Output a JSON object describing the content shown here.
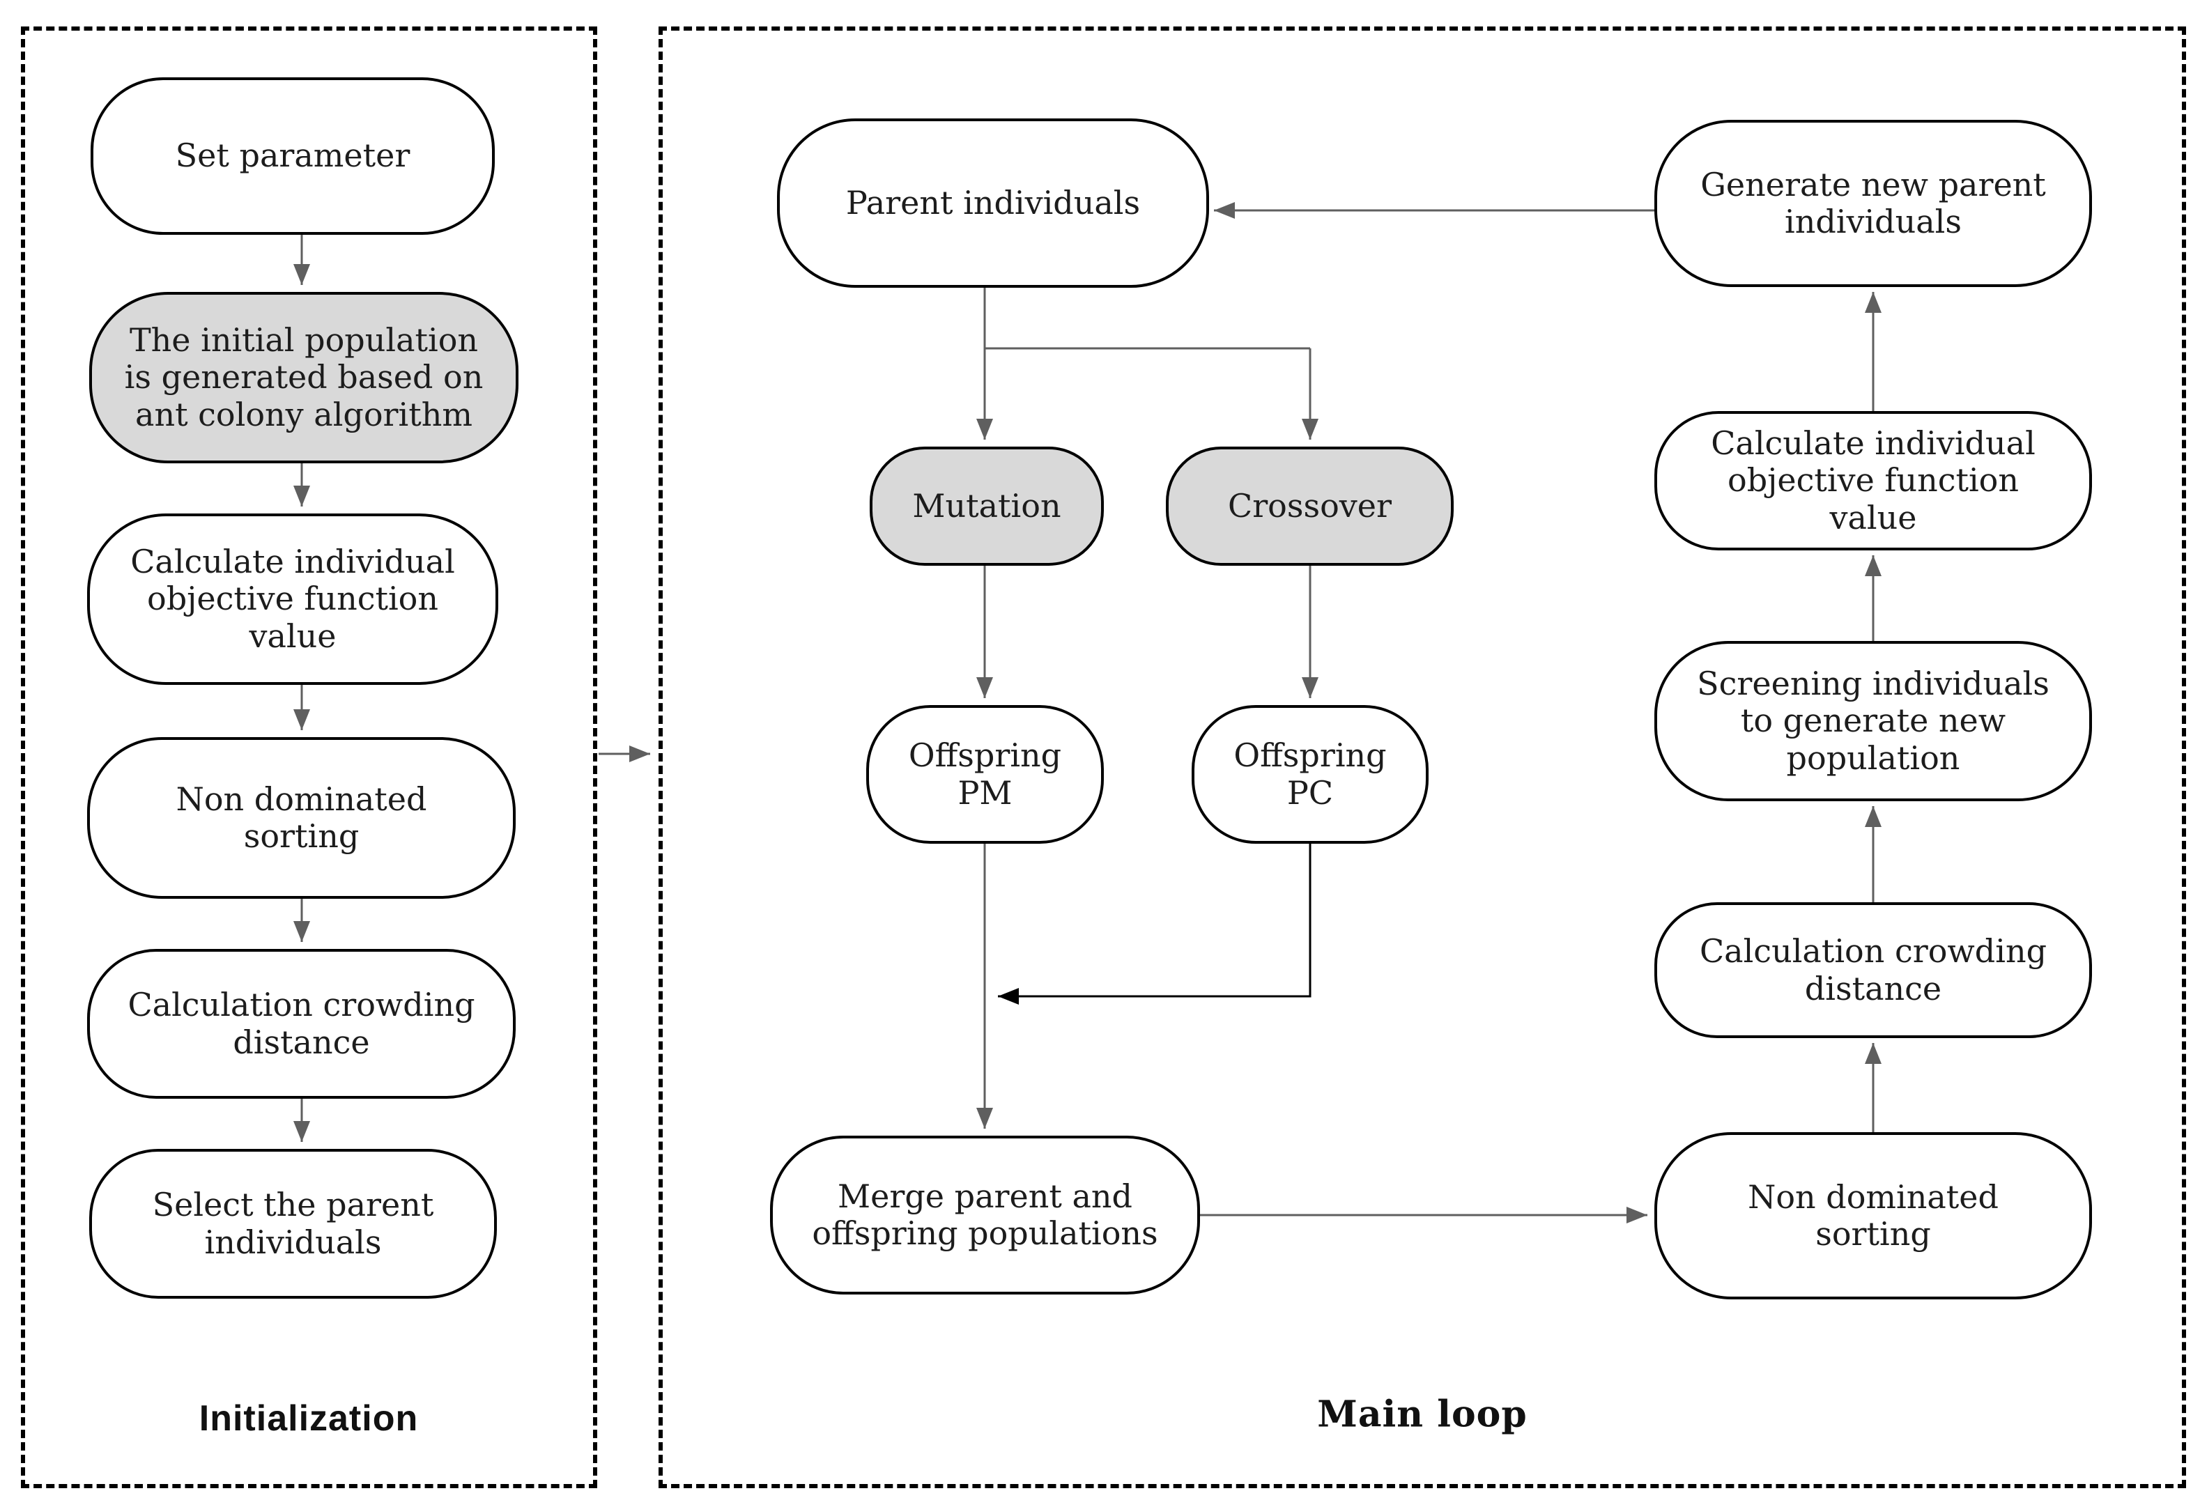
{
  "diagram": {
    "title": "NSGA-II with ant colony initialization flowchart",
    "colors": {
      "node_fill": "#ffffff",
      "node_gray": "#d9d9d9",
      "node_border": "#000000",
      "arrow": "#5f5f5f",
      "arrow_dark": "#000000",
      "text": "#1c1c1c"
    },
    "panels": {
      "initialization": {
        "label": "Initialization"
      },
      "main_loop": {
        "label": "Main loop"
      }
    },
    "nodes": {
      "set_parameter": {
        "label": "Set parameter",
        "highlighted": false
      },
      "init_population": {
        "label": "The initial population\nis generated based on\nant colony algorithm",
        "highlighted": true
      },
      "calc_objective_init": {
        "label": "Calculate individual\nobjective function\nvalue",
        "highlighted": false
      },
      "non_dominated_init": {
        "label": "Non dominated\nsorting",
        "highlighted": false
      },
      "crowding_init": {
        "label": "Calculation crowding\ndistance",
        "highlighted": false
      },
      "select_parent": {
        "label": "Select the parent\nindividuals",
        "highlighted": false
      },
      "parent_individuals": {
        "label": "Parent individuals",
        "highlighted": false
      },
      "mutation": {
        "label": "Mutation",
        "highlighted": true
      },
      "crossover": {
        "label": "Crossover",
        "highlighted": true
      },
      "offspring_pm": {
        "label": "Offspring\nPM",
        "highlighted": false
      },
      "offspring_pc": {
        "label": "Offspring\nPC",
        "highlighted": false
      },
      "merge_populations": {
        "label": "Merge parent and\noffspring populations",
        "highlighted": false
      },
      "non_dominated_main": {
        "label": "Non dominated\nsorting",
        "highlighted": false
      },
      "crowding_main": {
        "label": "Calculation crowding\ndistance",
        "highlighted": false
      },
      "screening": {
        "label": "Screening individuals\nto generate new\npopulation",
        "highlighted": false
      },
      "calc_objective_main": {
        "label": "Calculate individual\nobjective function\nvalue",
        "highlighted": false
      },
      "generate_new_parent": {
        "label": "Generate new parent\nindividuals",
        "highlighted": false
      }
    },
    "edges": [
      {
        "from": "set_parameter",
        "to": "init_population"
      },
      {
        "from": "init_population",
        "to": "calc_objective_init"
      },
      {
        "from": "calc_objective_init",
        "to": "non_dominated_init"
      },
      {
        "from": "non_dominated_init",
        "to": "crowding_init"
      },
      {
        "from": "crowding_init",
        "to": "select_parent"
      },
      {
        "from": "initialization_panel",
        "to": "main_loop_panel"
      },
      {
        "from": "parent_individuals",
        "to": "mutation"
      },
      {
        "from": "parent_individuals",
        "to": "crossover"
      },
      {
        "from": "mutation",
        "to": "offspring_pm"
      },
      {
        "from": "crossover",
        "to": "offspring_pc"
      },
      {
        "from": "offspring_pm",
        "to": "merge_populations"
      },
      {
        "from": "offspring_pc",
        "to": "merge_populations"
      },
      {
        "from": "merge_populations",
        "to": "non_dominated_main"
      },
      {
        "from": "non_dominated_main",
        "to": "crowding_main"
      },
      {
        "from": "crowding_main",
        "to": "screening"
      },
      {
        "from": "screening",
        "to": "calc_objective_main"
      },
      {
        "from": "calc_objective_main",
        "to": "generate_new_parent"
      },
      {
        "from": "generate_new_parent",
        "to": "parent_individuals"
      }
    ]
  }
}
